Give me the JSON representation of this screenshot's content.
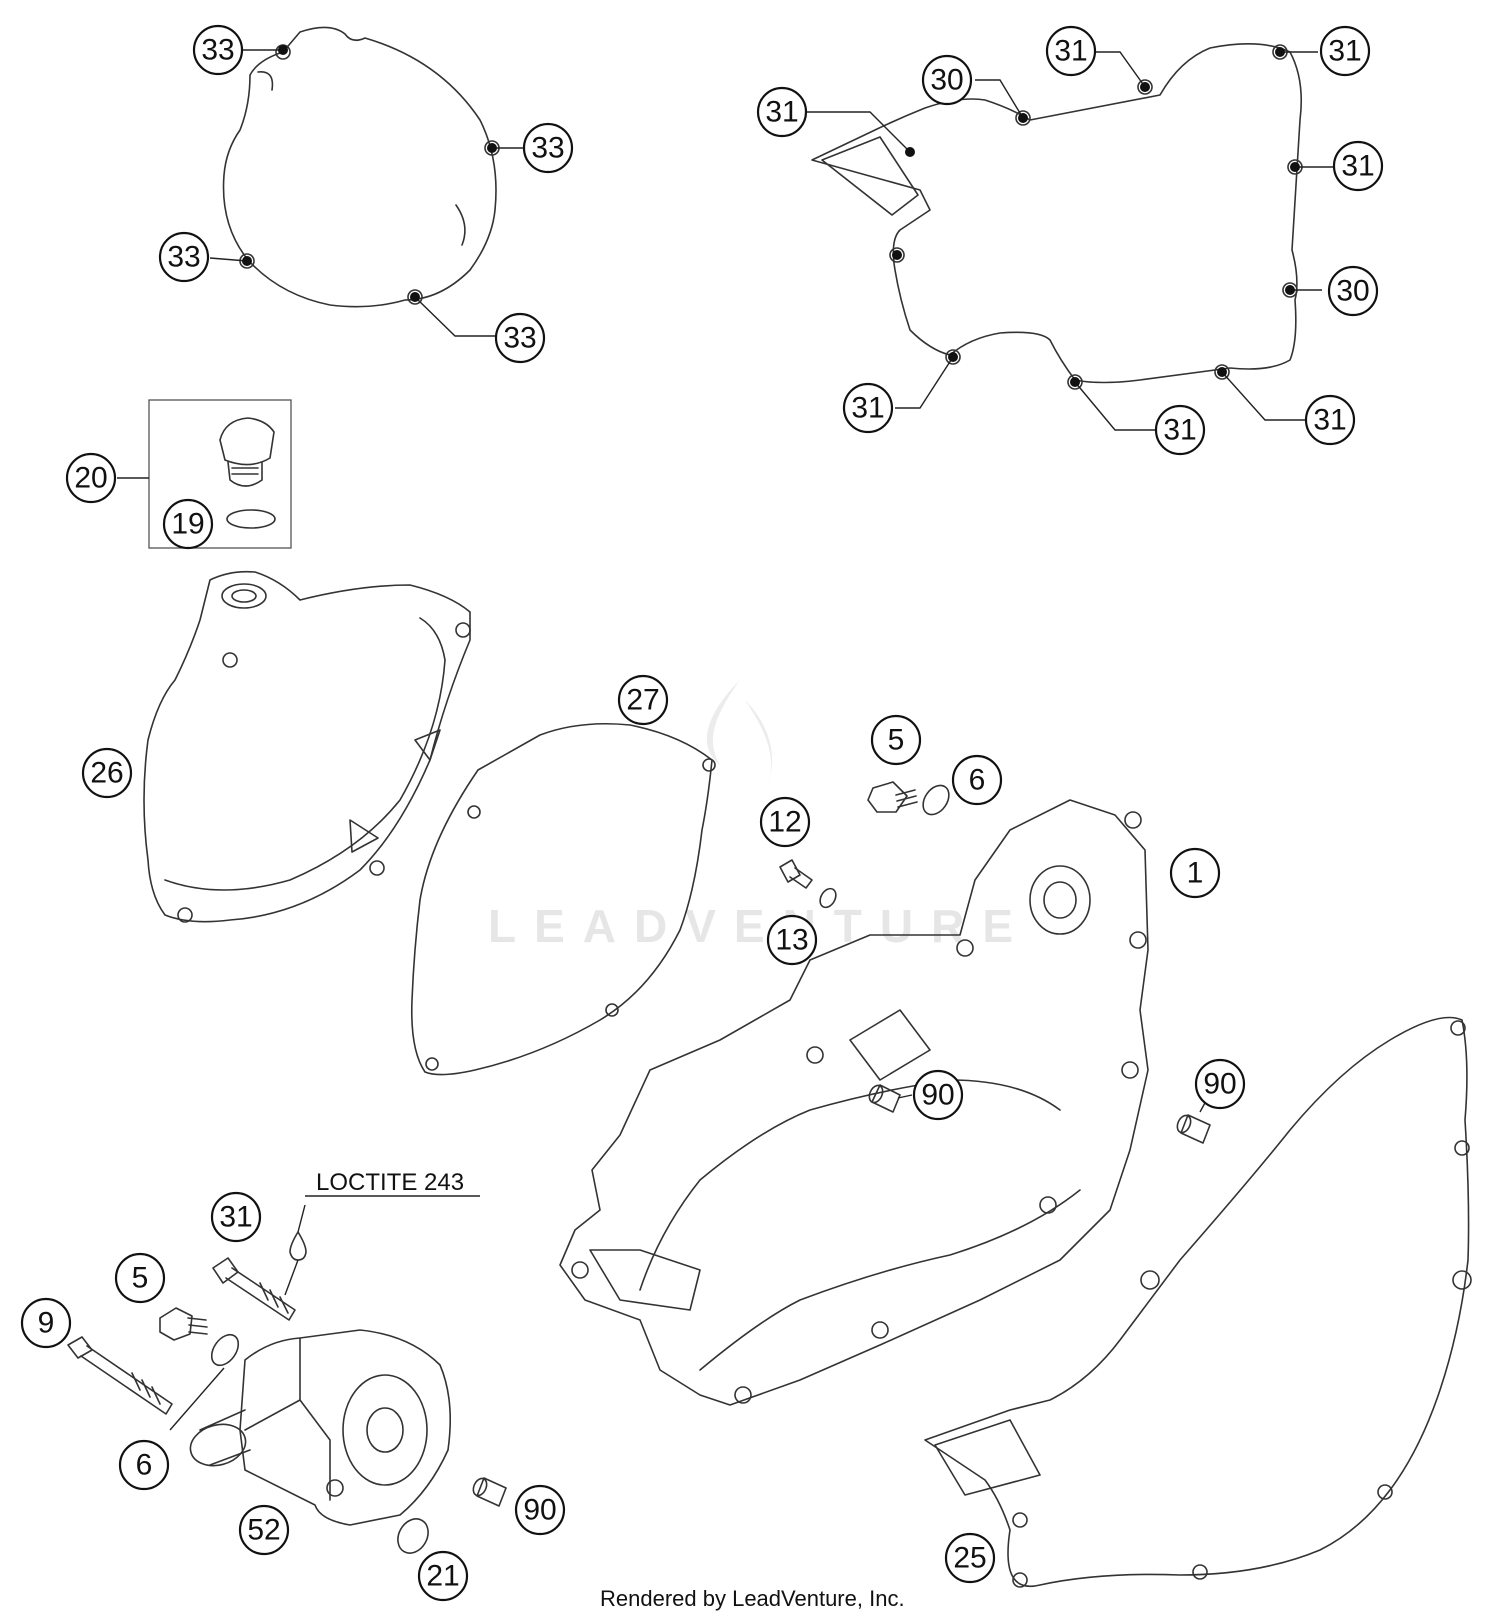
{
  "callouts": [
    {
      "label": "33"
    },
    {
      "label": "33"
    },
    {
      "label": "33"
    },
    {
      "label": "33"
    },
    {
      "label": "31"
    },
    {
      "label": "30"
    },
    {
      "label": "31"
    },
    {
      "label": "31"
    },
    {
      "label": "31"
    },
    {
      "label": "30"
    },
    {
      "label": "31"
    },
    {
      "label": "31"
    },
    {
      "label": "31"
    },
    {
      "label": "20"
    },
    {
      "label": "19"
    },
    {
      "label": "26"
    },
    {
      "label": "27"
    },
    {
      "label": "5"
    },
    {
      "label": "6"
    },
    {
      "label": "12"
    },
    {
      "label": "13"
    },
    {
      "label": "1"
    },
    {
      "label": "90"
    },
    {
      "label": "90"
    },
    {
      "label": "31"
    },
    {
      "label": "5"
    },
    {
      "label": "9"
    },
    {
      "label": "6"
    },
    {
      "label": "52"
    },
    {
      "label": "90"
    },
    {
      "label": "21"
    },
    {
      "label": "25"
    }
  ],
  "note": "LOCTITE 243",
  "watermark": "LEADVENTURE",
  "credit": "Rendered by LeadVenture, Inc."
}
